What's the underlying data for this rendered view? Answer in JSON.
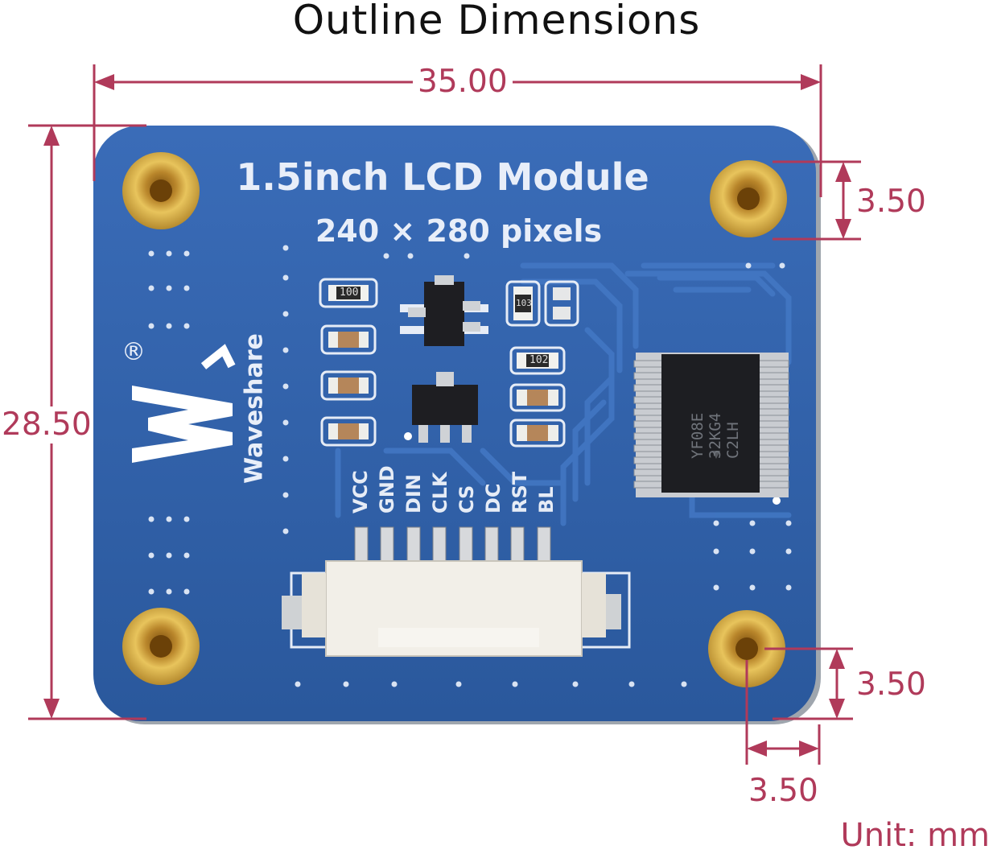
{
  "title": "Outline Dimensions",
  "board": {
    "name": "1.5inch LCD Module",
    "resolution": "240 × 280 pixels",
    "brand": "Waveshare",
    "registered_mark": "®",
    "pins": [
      "VCC",
      "GND",
      "DIN",
      "CLK",
      "CS",
      "DC",
      "RST",
      "BL"
    ],
    "chip_markings": [
      "YF08E",
      "32KG4",
      "C2LH"
    ],
    "resistor_codes": [
      "100",
      "103",
      "102"
    ]
  },
  "dimensions": {
    "width": "35.00",
    "height": "28.50",
    "hole_offset_top_right": "3.50",
    "hole_offset_bottom_right_vertical": "3.50",
    "hole_offset_bottom_right_horizontal": "3.50"
  },
  "unit": "Unit: mm",
  "colors": {
    "dimension_lines": "#b03a5a",
    "pcb": "#2d5fa8",
    "pcb_trace": "#3b6fbe",
    "pad_gold": "#d4a73a",
    "silkscreen": "#e8eef9"
  }
}
